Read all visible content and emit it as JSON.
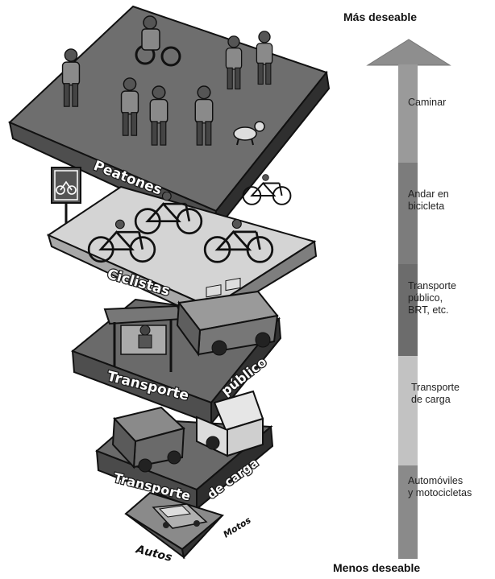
{
  "scale": {
    "top_label": "Más deseable",
    "bottom_label": "Menos deseable",
    "segments": [
      {
        "label": "Caminar",
        "color": "#9a9a9a"
      },
      {
        "label": "Andar en\nbicicleta",
        "color": "#7c7c7c"
      },
      {
        "label": "Transporte\npúblico,\nBRT, etc.",
        "color": "#6c6c6c"
      },
      {
        "label": "Transporte\nde carga",
        "color": "#c2c2c2"
      },
      {
        "label": "Automóviles\ny motocicletas",
        "color": "#8a8a8a"
      }
    ]
  },
  "pyramid": {
    "peatones": "Peatones",
    "ciclistas": "Ciclistas",
    "transporte_publico_1": "Transporte",
    "transporte_publico_2": "público",
    "transporte_carga_1": "Transporte",
    "transporte_carga_2": "de carga",
    "autos": "Autos",
    "motos": "Motos"
  },
  "icons": [
    "pedestrian-icon",
    "wheelchair-icon",
    "dog-icon",
    "bicycle-icon",
    "bike-lane-sign-icon",
    "bus-stop-icon",
    "bus-icon",
    "truck-icon",
    "car-icon"
  ]
}
